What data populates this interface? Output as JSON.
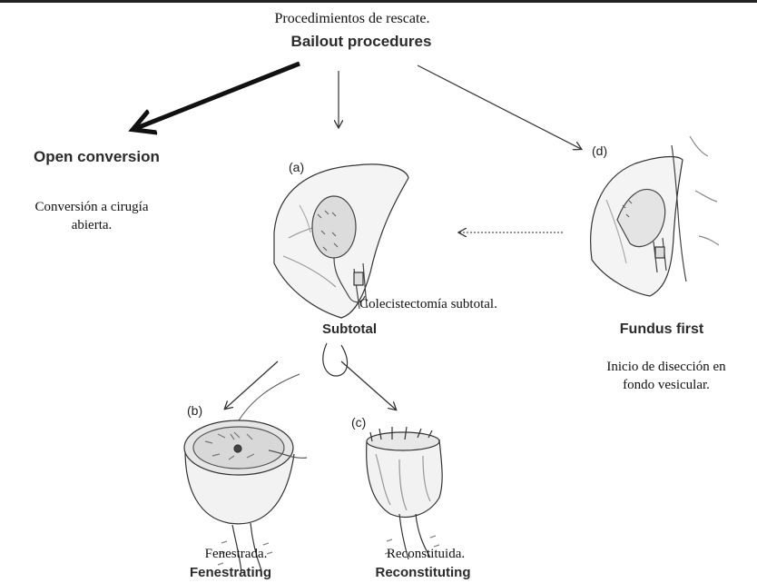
{
  "title": {
    "es": "Procedimientos de rescate.",
    "en": "Bailout procedures"
  },
  "open_conversion": {
    "en": "Open conversion",
    "es_line1": "Conversión a cirugía",
    "es_line2": "abierta."
  },
  "subtotal": {
    "marker": "(a)",
    "es": "Colecistectomía subtotal.",
    "en": "Subtotal"
  },
  "fundus_first": {
    "marker": "(d)",
    "en": "Fundus first",
    "es_line1": "Inicio de disección en",
    "es_line2": "fondo vesicular."
  },
  "fenestrating": {
    "marker": "(b)",
    "es": "Fenestrada.",
    "en": "Fenestrating"
  },
  "reconstituting": {
    "marker": "(c)",
    "es": "Reconstituida.",
    "en": "Reconstituting"
  }
}
